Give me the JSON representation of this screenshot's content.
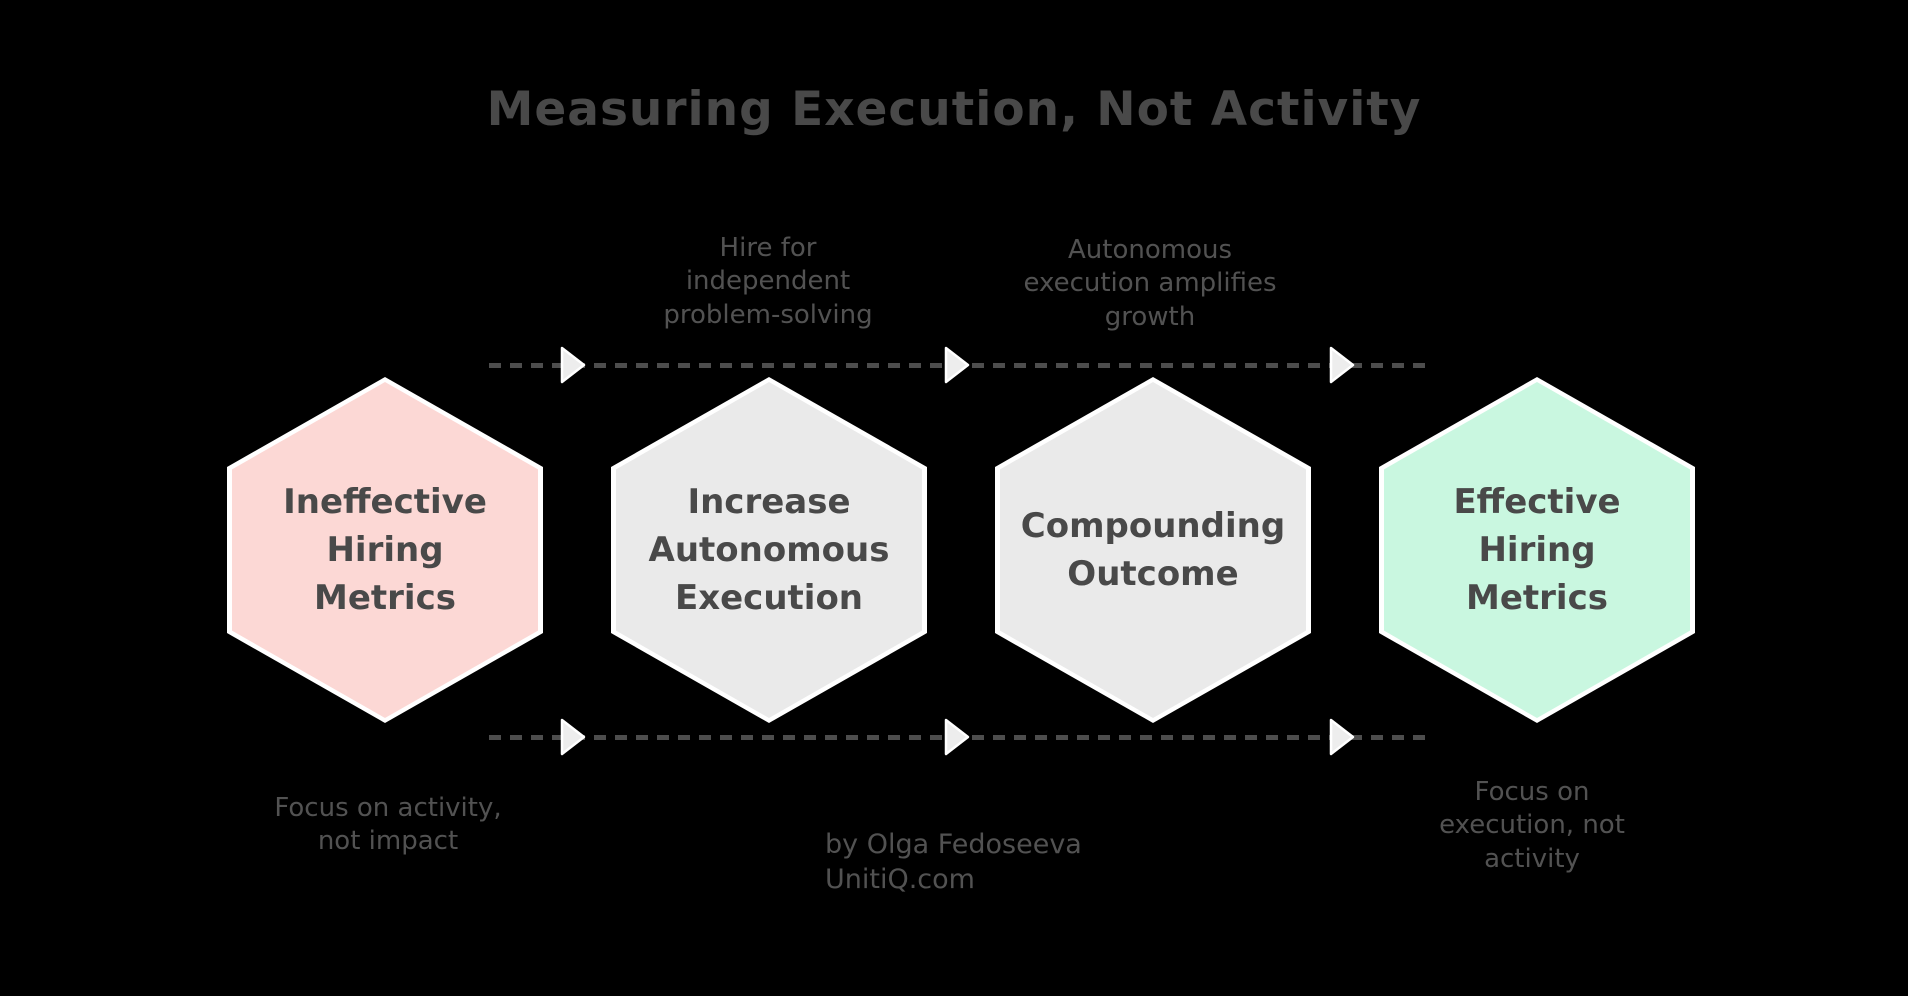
{
  "title": "Measuring Execution, Not Activity",
  "nodes": [
    {
      "label": "Ineffective\nHiring\nMetrics",
      "fill": "pink"
    },
    {
      "label": "Increase\nAutonomous\nExecution",
      "fill": "gray"
    },
    {
      "label": "Compounding\nOutcome",
      "fill": "gray"
    },
    {
      "label": "Effective\nHiring\nMetrics",
      "fill": "mint"
    }
  ],
  "edge_labels": {
    "top_left": "Hire for\nindependent\nproblem-solving",
    "top_right": "Autonomous\nexecution amplifies\ngrowth"
  },
  "annotations": {
    "bottom_left": "Focus on activity,\nnot impact",
    "bottom_right": "Focus on\nexecution, not\nactivity",
    "attribution": "by Olga Fedoseeva\nUnitiQ.com"
  },
  "colors": {
    "background": "#000000",
    "pink": "#fcd8d5",
    "gray": "#eaeaea",
    "mint": "#c9f7e0",
    "hex_border": "#ffffff",
    "text_dark": "#494949",
    "text_label": "#525252",
    "dash": "#4d4d4d",
    "arrowhead_fill": "#ededed",
    "arrowhead_stroke": "#ffffff"
  }
}
